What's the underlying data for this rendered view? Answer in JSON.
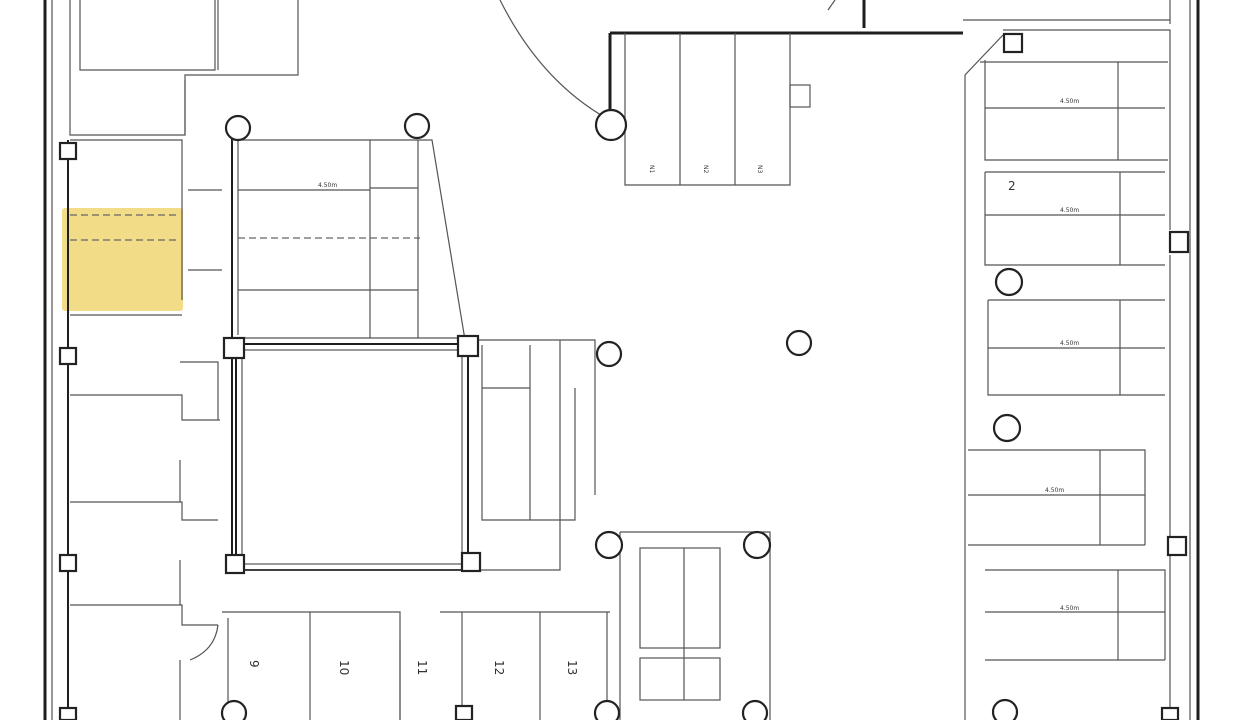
{
  "colors": {
    "line": "#1e1e1e",
    "highlight": "#f0d36a"
  },
  "annotations": {
    "highlight": "yellow marker over one parking space (left wall)"
  },
  "dimension": "4.50m",
  "spaces": {
    "s9": "9",
    "s10": "10",
    "s11": "11",
    "s12": "12",
    "s13": "13",
    "s2": "2"
  }
}
